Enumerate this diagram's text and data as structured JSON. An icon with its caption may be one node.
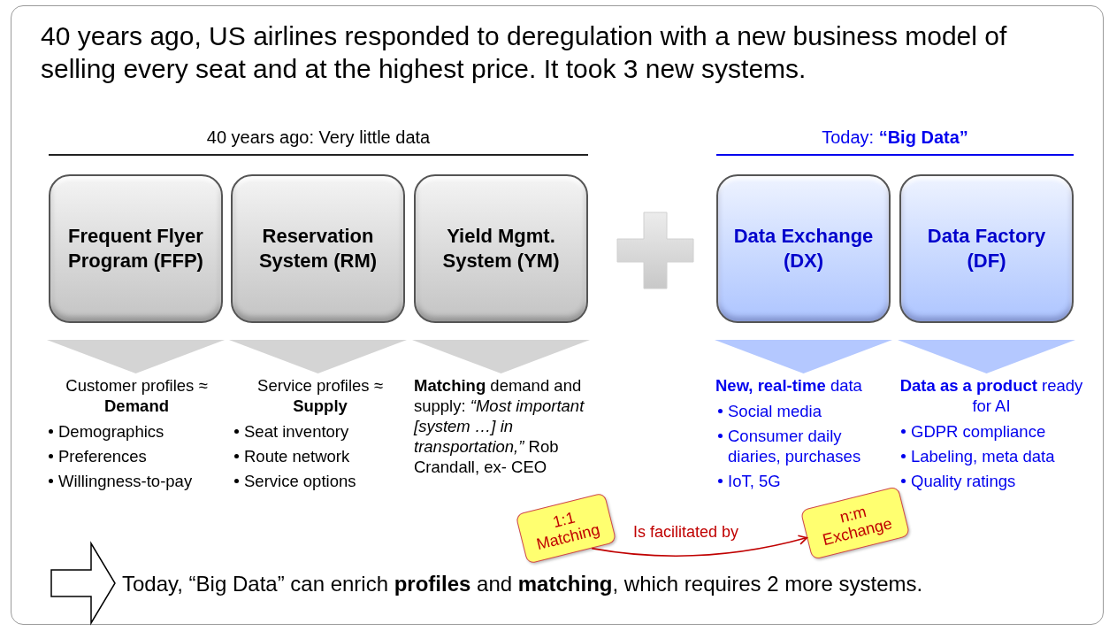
{
  "diagram": {
    "title": "40 years ago, US airlines responded to deregulation with a new business model of selling every seat and at the highest price. It took 3 new systems.",
    "nodes": [
      {
        "text": [
          "Frequent Flyer Program (FFP)"
        ]
      },
      {
        "text": [
          "Reservation System (RM)"
        ]
      },
      {
        "text": [
          "Yield Mgmt. System (YM)"
        ]
      },
      {
        "text": [
          "Data Exchange (DX)"
        ]
      },
      {
        "text": [
          "Data Factory (DF)"
        ]
      },
      {
        "text": [
          "Customer profiles ≈ **Demand**",
          "Demographics",
          "Preferences",
          "Willingness-to-pay"
        ]
      },
      {
        "text": [
          "Service profiles ≈ **Supply**",
          "Seat inventory",
          "Route network",
          "Service options"
        ]
      },
      {
        "text": [
          "**Matching** demand and supply: *“Most important [system …] in transportation,”* Rob Crandall, ex- CEO"
        ]
      },
      {
        "text": [
          "**New, real-time** data",
          "Social media",
          "Consumer daily diaries, purchases",
          "IoT, 5G"
        ]
      },
      {
        "text": [
          "**Data as a product** ready for AI",
          "GDPR compliance",
          "Labeling, meta data",
          "Quality ratings"
        ]
      },
      {
        "text": [
          "1:1 Matching"
        ]
      },
      {
        "text": [
          "n:m Exchange"
        ]
      }
    ],
    "edges": [
      {
        "from": 0,
        "to": 5,
        "arrow": "to"
      },
      {
        "from": 1,
        "to": 6,
        "arrow": "to"
      },
      {
        "from": 2,
        "to": 7,
        "arrow": "to"
      },
      {
        "from": 3,
        "to": 8,
        "arrow": "to"
      },
      {
        "from": 4,
        "to": 9,
        "arrow": "to"
      },
      {
        "from": 10,
        "to": 11,
        "arrow": "to",
        "label": "Is facilitated by",
        "color": "#c00000"
      }
    ],
    "labels": [
      "40 years ago: Very little data",
      "Today: **“Big Data”**",
      "Today, “Big Data” can enrich **profiles** and **matching**, which requires 2 more systems."
    ]
  }
}
